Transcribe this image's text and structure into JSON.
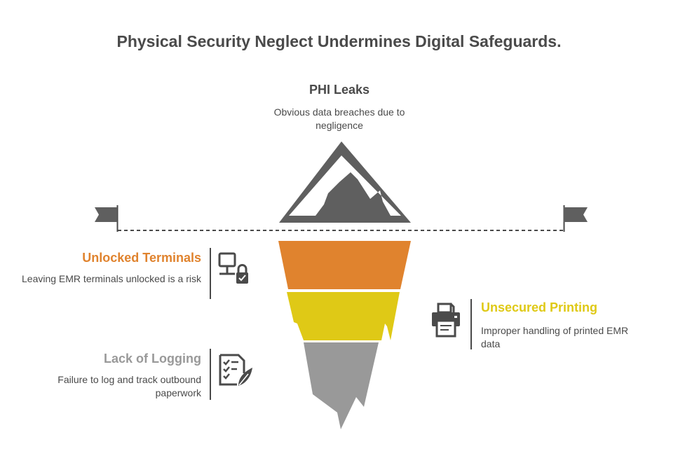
{
  "title": "Physical Security Neglect Undermines Digital Safeguards.",
  "tip": {
    "heading": "PHI Leaks",
    "description": "Obvious data breaches due to negligence"
  },
  "layers": [
    {
      "heading": "Unlocked Terminals",
      "description": "Leaving EMR terminals unlocked is a risk",
      "color": "#e0832e",
      "icon": "computer-lock-icon"
    },
    {
      "heading": "Unsecured Printing",
      "description": "Improper handling of printed EMR data",
      "color": "#dfc916",
      "icon": "printer-icon"
    },
    {
      "heading": "Lack of Logging",
      "description": "Failure to log and track outbound paperwork",
      "color": "#999999",
      "icon": "checklist-pen-icon"
    }
  ],
  "colors": {
    "text": "#4a4a4a",
    "outline": "#5f5f5f",
    "water_line": "#4a4a4a"
  }
}
